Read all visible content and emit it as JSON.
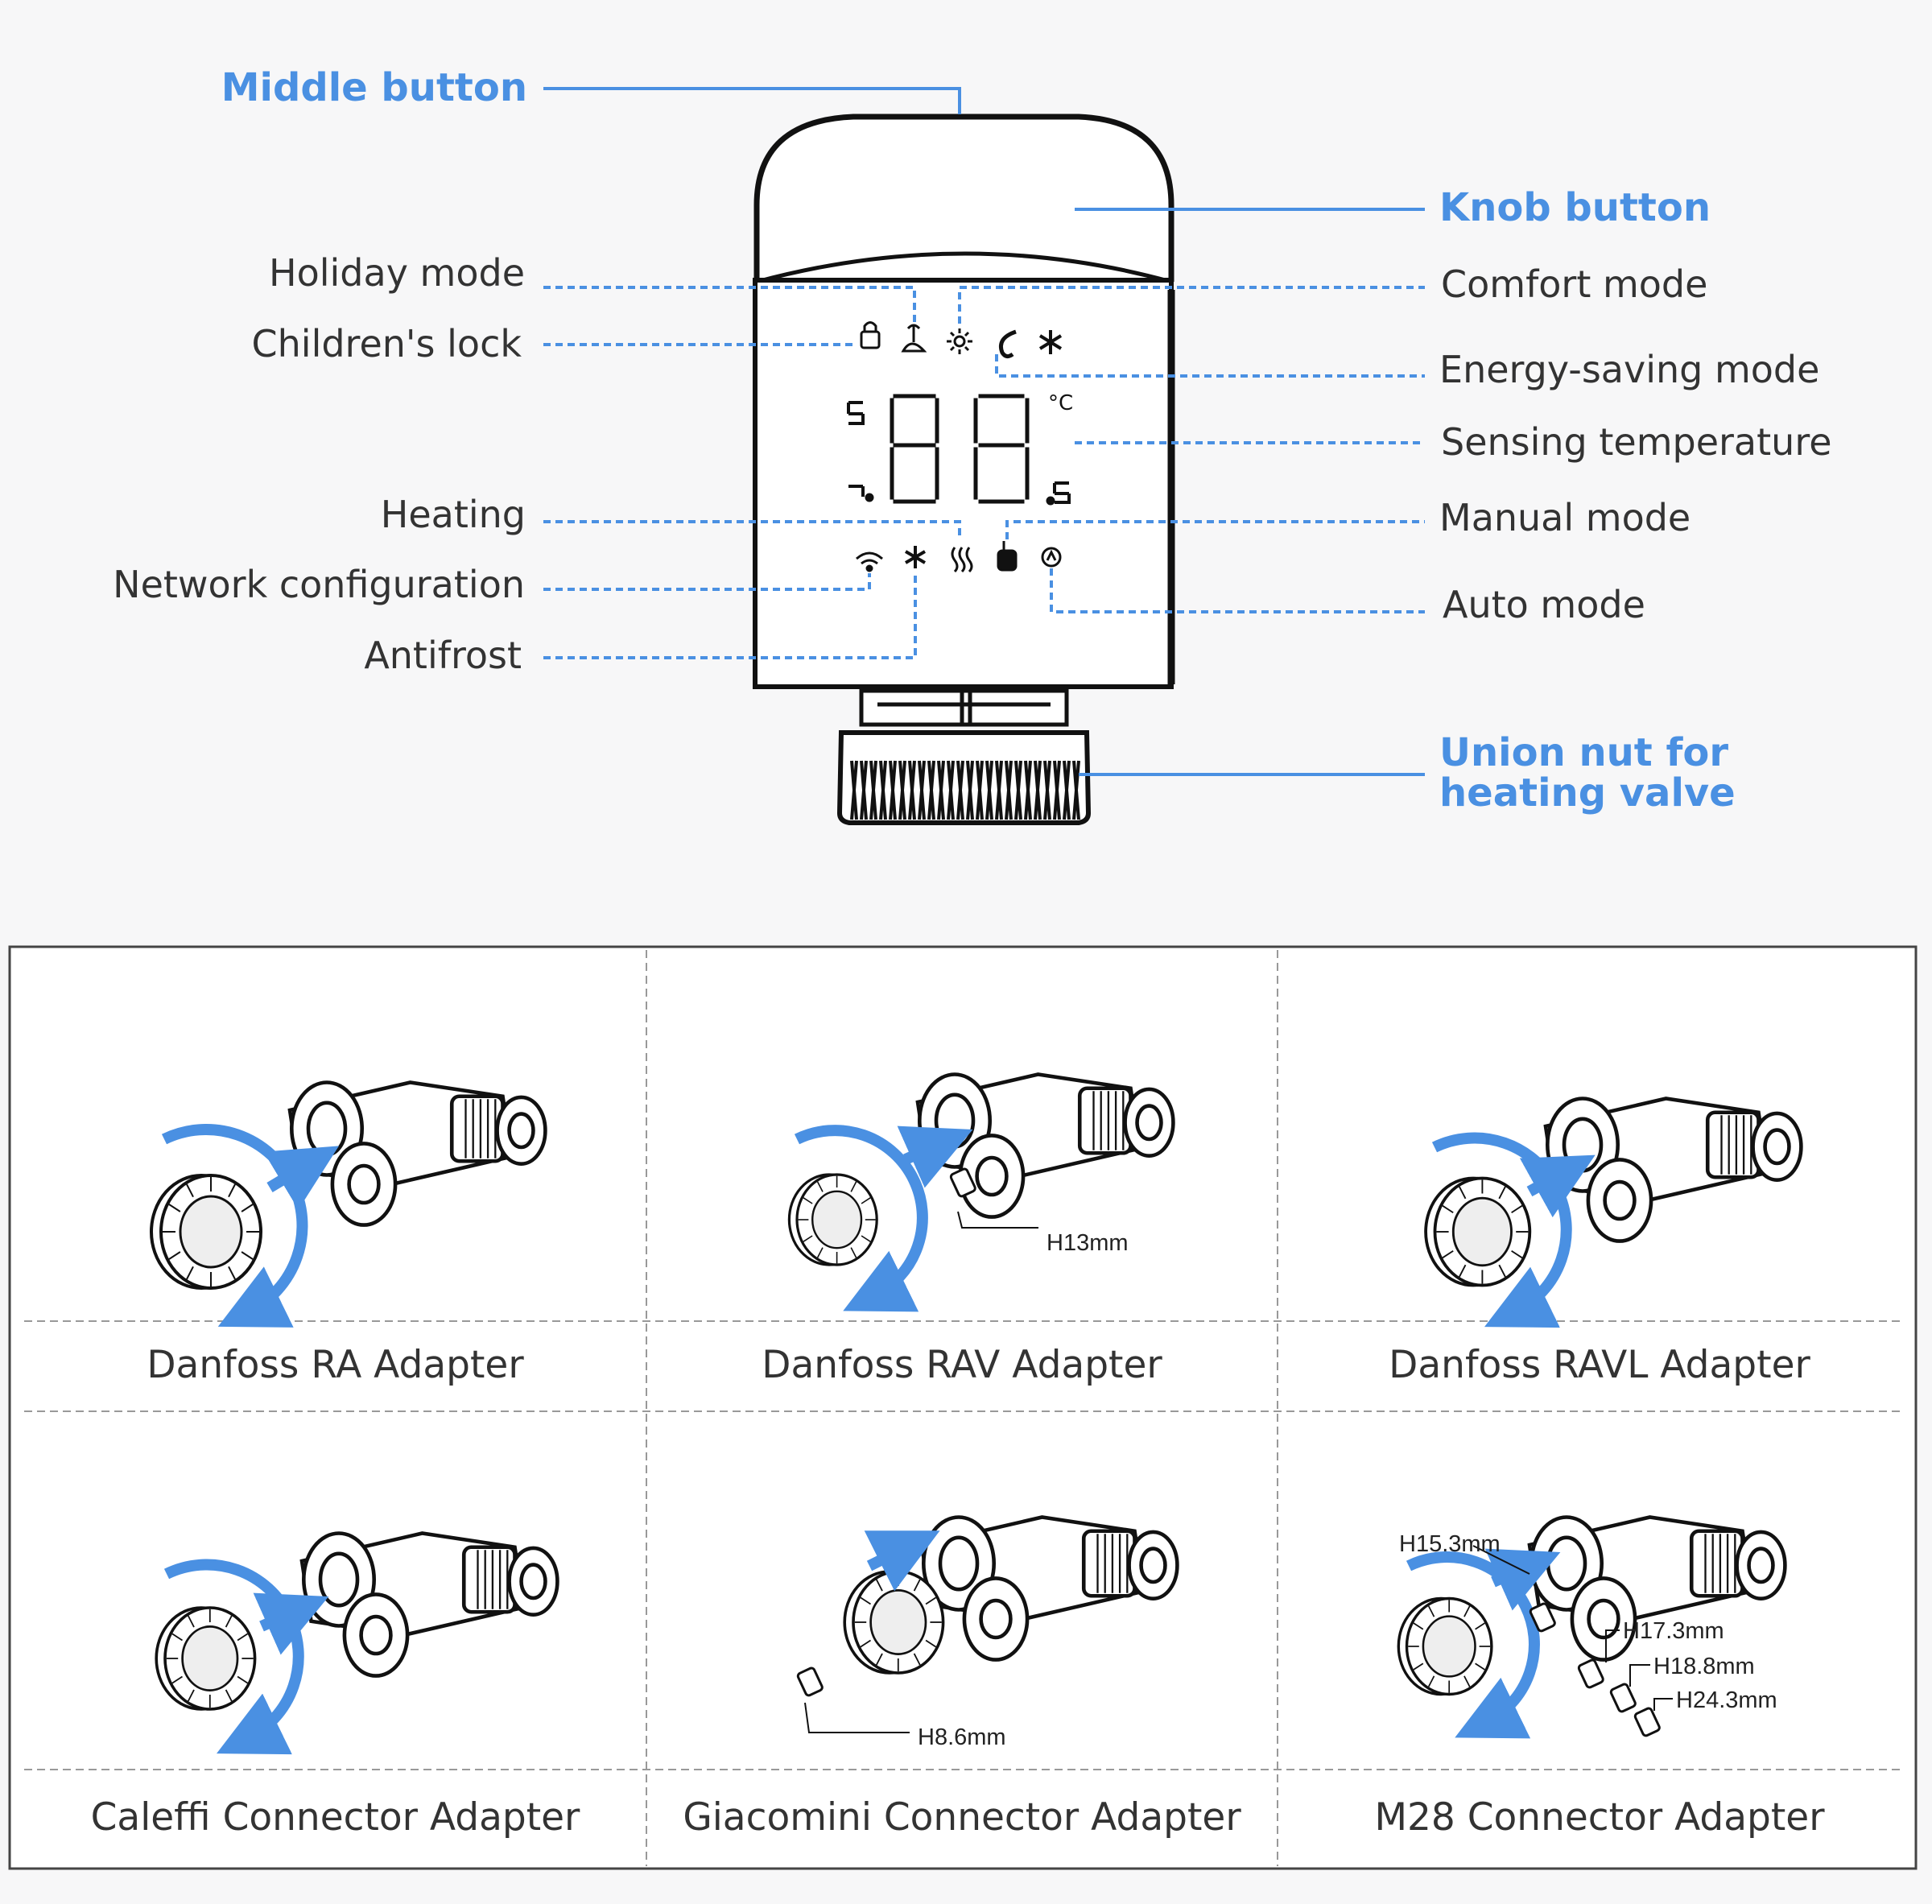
{
  "labels": {
    "middle_button": "Middle button",
    "knob_button": "Knob button",
    "holiday_mode": "Holiday mode",
    "childrens_lock": "Children's lock",
    "comfort_mode": "Comfort mode",
    "energy_saving_mode": "Energy-saving mode",
    "sensing_temperature": "Sensing temperature",
    "heating": "Heating",
    "manual_mode": "Manual mode",
    "network_configuration": "Network configuration",
    "auto_mode": "Auto mode",
    "antifrost": "Antifrost",
    "union_nut_line1": "Union nut for",
    "union_nut_line2": "heating valve"
  },
  "display": {
    "celsius": "°C"
  },
  "adapters": [
    {
      "name": "Danfoss RA Adapter",
      "measurements": []
    },
    {
      "name": "Danfoss RAV Adapter",
      "measurements": [
        "H13mm"
      ]
    },
    {
      "name": "Danfoss RAVL Adapter",
      "measurements": []
    },
    {
      "name": "Caleffi Connector Adapter",
      "measurements": []
    },
    {
      "name": "Giacomini Connector Adapter",
      "measurements": [
        "H8.6mm"
      ]
    },
    {
      "name": "M28 Connector Adapter",
      "measurements": [
        "H15.3mm",
        "H17.3mm",
        "H18.8mm",
        "H24.3mm"
      ]
    }
  ],
  "colors": {
    "accent": "#4a90e2",
    "line": "#222222",
    "label": "#333333"
  }
}
